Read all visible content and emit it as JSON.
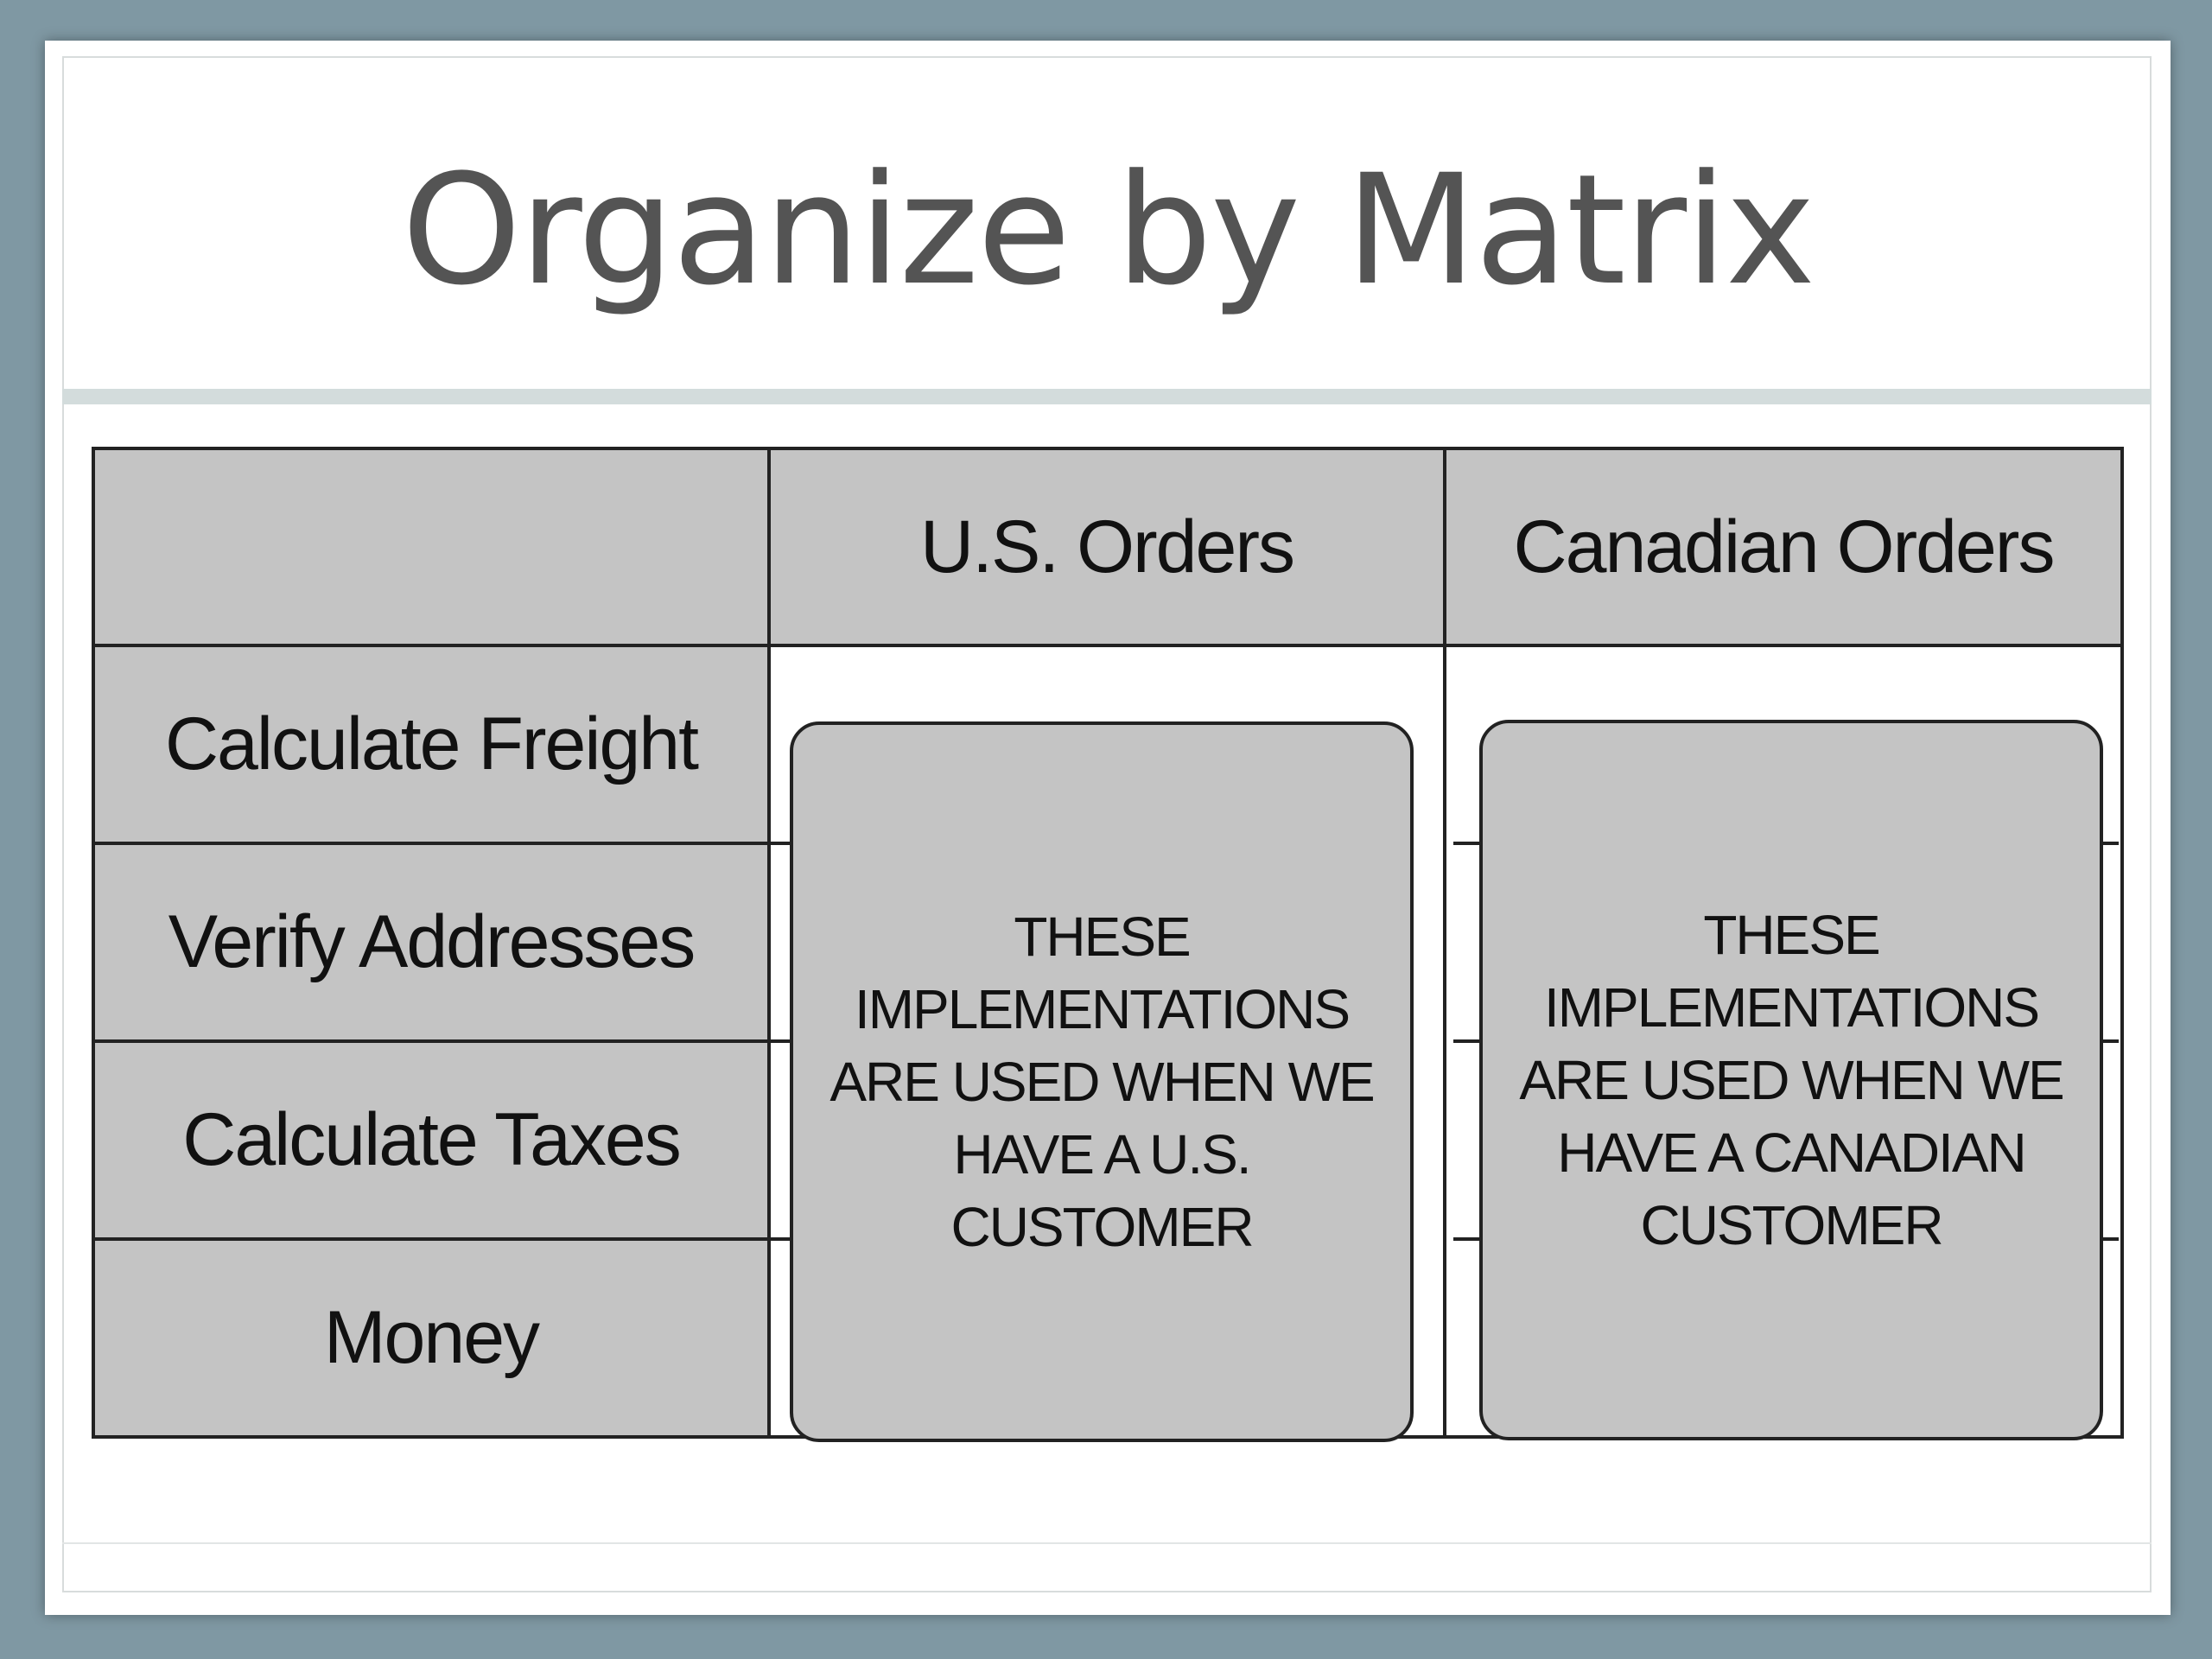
{
  "slide": {
    "title": "Organize by Matrix"
  },
  "matrix": {
    "columns": [
      "U.S. Orders",
      "Canadian Orders"
    ],
    "rows": [
      "Calculate Freight",
      "Verify Addresses",
      "Calculate Taxes",
      "Money"
    ],
    "implementations": {
      "us": "THESE IMPLEMENTATIONS ARE USED WHEN WE HAVE A U.S. CUSTOMER",
      "canada": "THESE IMPLEMENTATIONS ARE USED WHEN WE HAVE A CANADIAN CUSTOMER"
    }
  },
  "colors": {
    "background": "#7f98a3",
    "cell_fill": "#c4c4c4",
    "title_text": "#545454"
  }
}
